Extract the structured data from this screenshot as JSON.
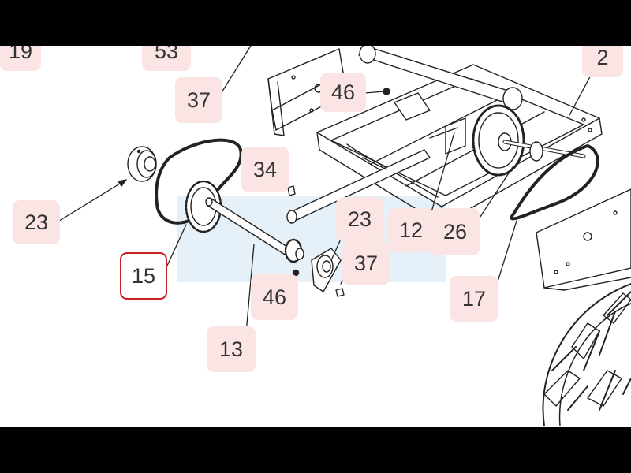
{
  "diagram": {
    "highlighted_part": "15",
    "callouts": [
      {
        "id": "c19",
        "label": "19"
      },
      {
        "id": "c53",
        "label": "53"
      },
      {
        "id": "c37a",
        "label": "37"
      },
      {
        "id": "c46a",
        "label": "46"
      },
      {
        "id": "c2",
        "label": "2"
      },
      {
        "id": "c34",
        "label": "34"
      },
      {
        "id": "c23a",
        "label": "23"
      },
      {
        "id": "c15",
        "label": "15"
      },
      {
        "id": "c23b",
        "label": "23"
      },
      {
        "id": "c37b",
        "label": "37"
      },
      {
        "id": "c46b",
        "label": "46"
      },
      {
        "id": "c13",
        "label": "13"
      },
      {
        "id": "c12",
        "label": "12"
      },
      {
        "id": "c26",
        "label": "26"
      },
      {
        "id": "c17",
        "label": "17"
      }
    ]
  },
  "colors": {
    "frame": "#000000",
    "background": "#ffffff",
    "callout_fill": "#fbe4e4",
    "highlight_border": "#c8201f",
    "line": "#222222",
    "watermark": "#dbeaf5"
  }
}
